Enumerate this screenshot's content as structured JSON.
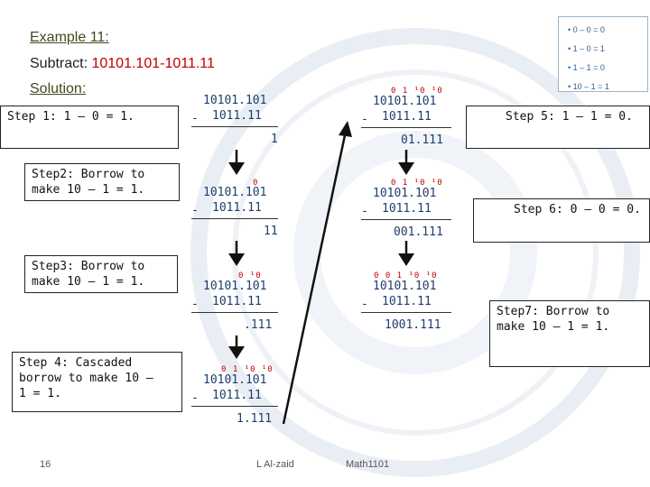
{
  "title": {
    "example": "Example 11:",
    "subtract_label": "Subtract:",
    "expression": "10101.101-1011.11",
    "solution": "Solution:"
  },
  "steps": [
    "Step 1: 1 – 0 = 1.",
    "Step2: Borrow to\nmake 10 – 1 = 1.",
    "Step3: Borrow to\nmake 10 – 1 = 1.",
    "Step 4: Cascaded\nborrow to make 10 –\n1 = 1.",
    "Step 5: 1 – 1 = 0.",
    "Step 6: 0 – 0 = 0.",
    "Step7: Borrow to\nmake 10 – 1 = 1."
  ],
  "calcs": [
    {
      "borrow": "",
      "top": "10101.101",
      "bottom": "1011.11",
      "minus": "-",
      "result": "1"
    },
    {
      "borrow": "0",
      "top": "10101.101",
      "bottom": "1011.11",
      "minus": "-",
      "result": "11"
    },
    {
      "borrow": "0 ¹0",
      "top": "10101.101",
      "bottom": "1011.11",
      "minus": "-",
      "result": ".111"
    },
    {
      "borrow": "0 1 ¹0 ¹0",
      "top": "10101.101",
      "bottom": "1011.11",
      "minus": "-",
      "result": "1.111"
    },
    {
      "borrow": "0 1 ¹0 ¹0",
      "top": "10101.101",
      "bottom": "1011.11",
      "minus": "-",
      "result": "01.111"
    },
    {
      "borrow": "0 1 ¹0 ¹0",
      "top": "10101.101",
      "bottom": "1011.11",
      "minus": "-",
      "result": "001.111"
    },
    {
      "borrow": "0  0 1 ¹0 ¹0",
      "top": "10101.101",
      "bottom": "1011.11",
      "minus": "-",
      "result": "1001.111"
    }
  ],
  "rules": [
    "• 0 – 0 = 0",
    "• 1 – 0 = 1",
    "• 1 – 1 = 0",
    "• 10 – 1 = 1"
  ],
  "footer": {
    "page": "16",
    "author": "L Al-zaid",
    "course": "Math1101"
  },
  "colors": {
    "title_green": "#3e4c1d",
    "red": "#c00000",
    "calc_blue": "#1f3d6d",
    "rules_blue": "#2f5f8f"
  }
}
